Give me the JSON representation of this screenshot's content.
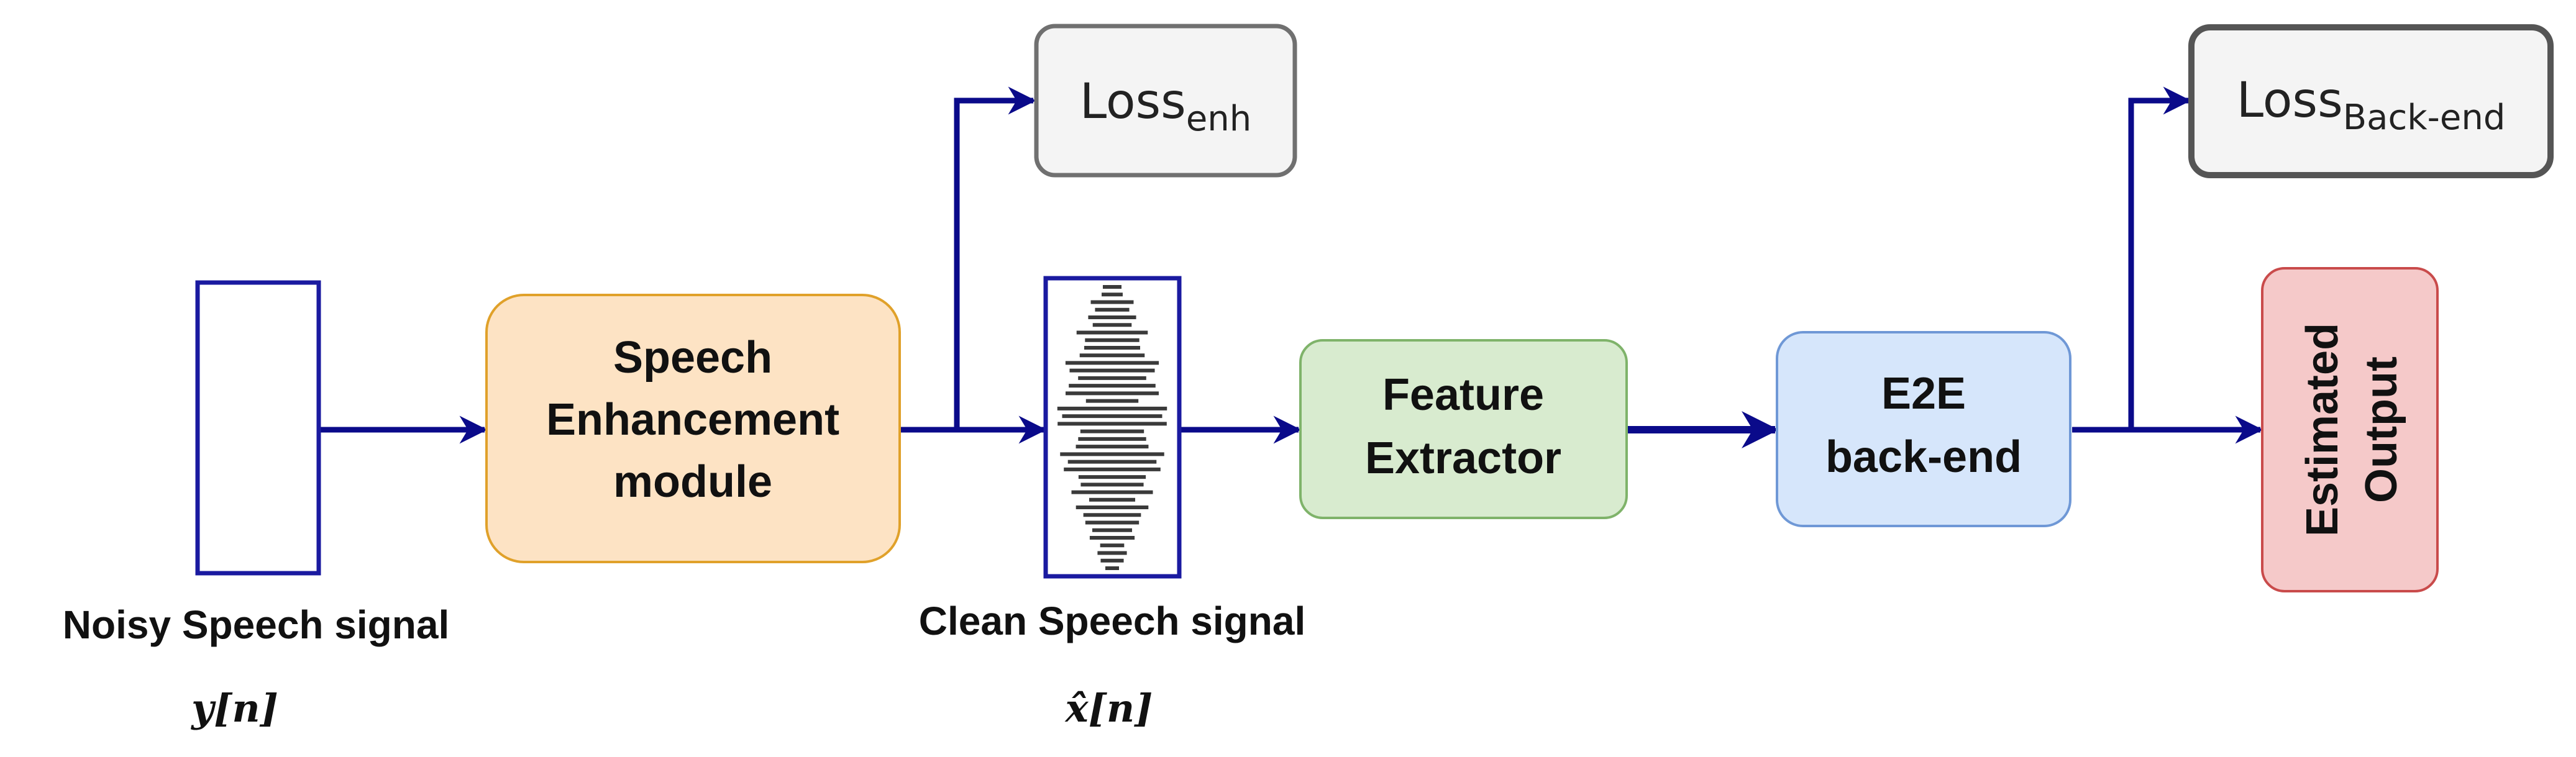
{
  "colors": {
    "arrow": "#0a0a8a",
    "enhancement_fill": "#fde3c4",
    "enhancement_stroke": "#e0a12a",
    "feature_fill": "#d8ebcf",
    "feature_stroke": "#7fb36a",
    "backend_fill": "#d6e6fb",
    "backend_stroke": "#6f98d6",
    "output_fill": "#f5c9c9",
    "output_stroke": "#c94b4b",
    "loss_fill": "#f4f4f4",
    "loss_stroke": "#707070",
    "noisy_wave": "#d889f0",
    "clean_wave": "#3a3a3a"
  },
  "blocks": {
    "enhancement": [
      "Speech",
      "Enhancement",
      "module"
    ],
    "feature": [
      "Feature",
      "Extractor"
    ],
    "backend": [
      "E2E",
      "back-end"
    ],
    "output": [
      "Estimated",
      "Output"
    ]
  },
  "losses": {
    "enh": {
      "main": "Loss",
      "sub": "enh"
    },
    "backend": {
      "main": "Loss",
      "sub": "Back-end"
    }
  },
  "signals": {
    "noisy": {
      "label": "Noisy Speech signal",
      "symbol": "𝒚[𝒏]",
      "icon": "noisy-waveform-icon"
    },
    "clean": {
      "label": "Clean Speech signal",
      "symbol": "𝒙̂[𝒏]",
      "icon": "clean-waveform-icon"
    }
  }
}
